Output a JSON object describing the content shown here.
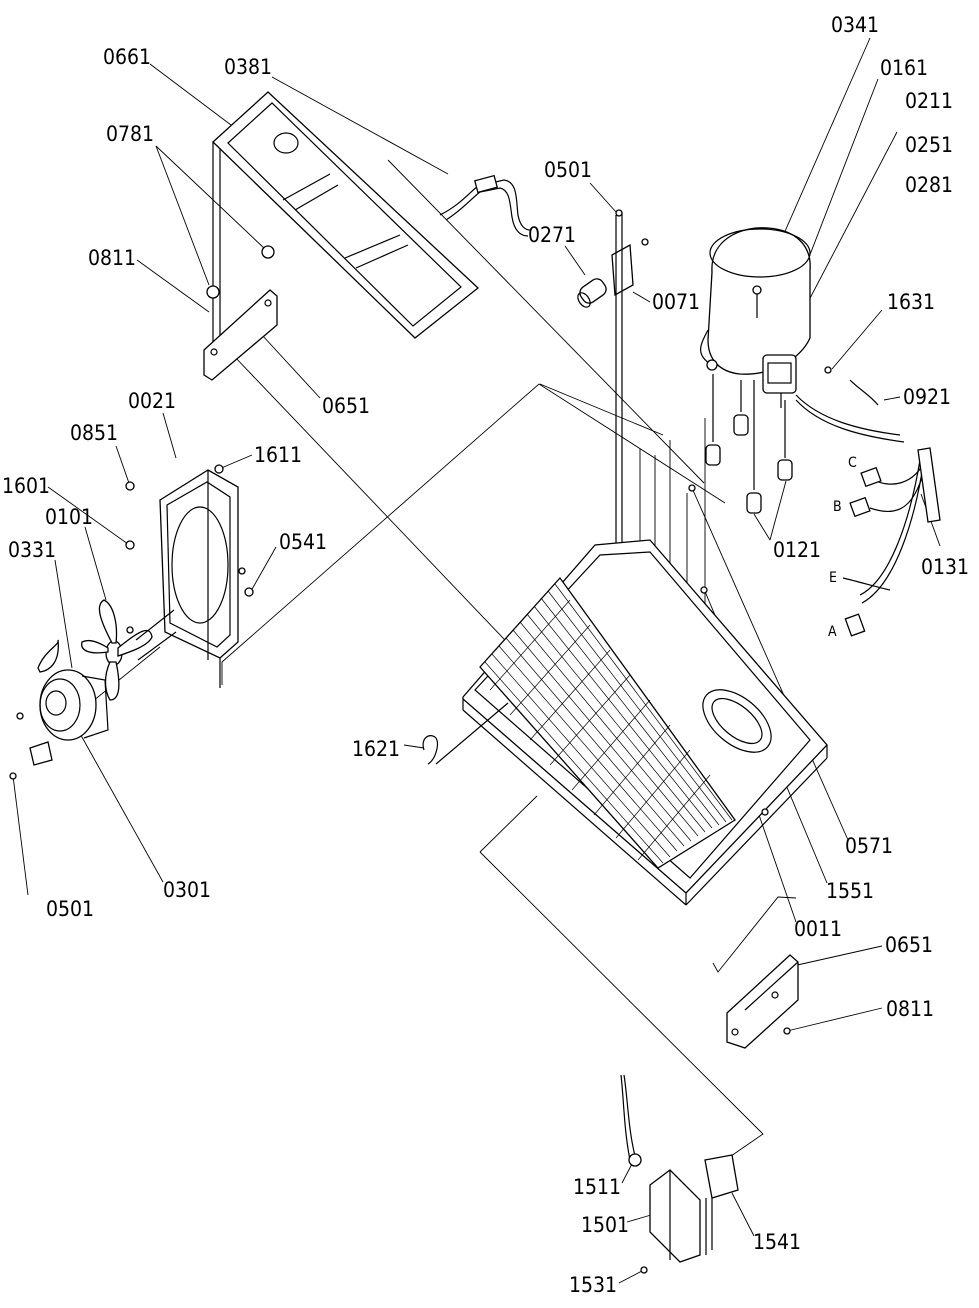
{
  "diagram": {
    "callouts": [
      "0661",
      "0381",
      "0781",
      "0811",
      "0651",
      "0501",
      "0271",
      "0071",
      "0341",
      "0161",
      "0211",
      "0251",
      "0281",
      "1631",
      "0921",
      "0121",
      "0131",
      "C",
      "B",
      "E",
      "A",
      "0021",
      "1611",
      "0851",
      "1601",
      "0101",
      "0331",
      "0541",
      "1621",
      "0501",
      "0301",
      "0571",
      "1551",
      "0011",
      "0651",
      "0811",
      "1511",
      "1501",
      "1541",
      "1531"
    ]
  }
}
